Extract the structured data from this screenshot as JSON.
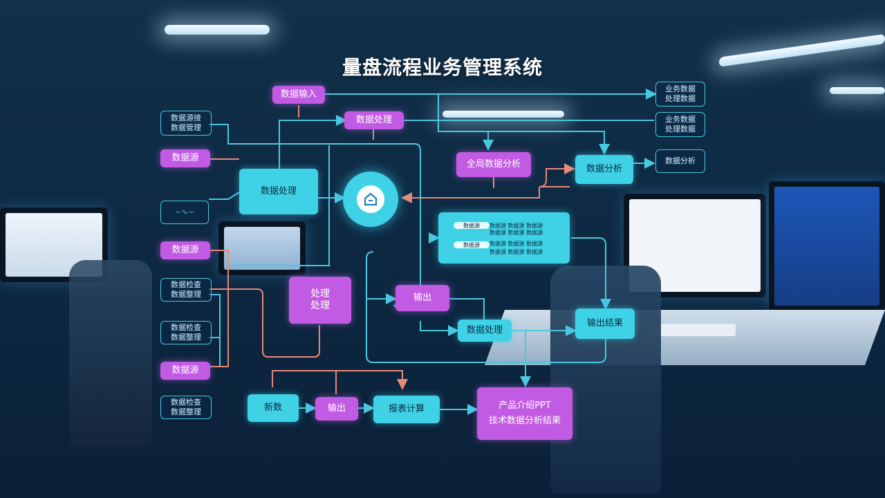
{
  "diagram": {
    "title": "量盘流程业务管理系统",
    "nodes": {
      "data_input": "数据输入",
      "data_process": "数据处理",
      "left_box_1": "数据源接\n数据管理",
      "left_tag_1": "数据源",
      "center_block": "数据处理",
      "left_tag_2": "数据源",
      "left_box_2": "数据检查\n数据整理",
      "left_box_3": "数据检查\n数据整理",
      "left_tag_3": "数据源",
      "left_box_4": "数据检查\n数据整理",
      "right_top_1": "业务数据\n处理数据",
      "right_top_2": "业务数据\n处理数据",
      "right_top_3": "数据分析",
      "mid_purple": "全局数据分析",
      "analysis": "数据分析",
      "process": "处理\n处理",
      "output": "输出",
      "data_mgmt": "数据处理",
      "result": "输出结果",
      "step_1": "新数",
      "step_2": "输出",
      "step_3": "报表计算",
      "ppt_line_1": "产品介绍PPT",
      "ppt_line_2": "技术数据分析结果"
    },
    "panel": {
      "pill_1": "数据源",
      "pill_2": "数据源",
      "row_1": "数据源 数据源 数据源",
      "row_2": "数据源 数据源 数据源"
    },
    "icons": {
      "hub": "home-icon"
    }
  },
  "colors": {
    "purple": "#c25be3",
    "cyan": "#3fd2e6",
    "line_cyan": "#49c9df",
    "line_salmon": "#e78a7a"
  }
}
